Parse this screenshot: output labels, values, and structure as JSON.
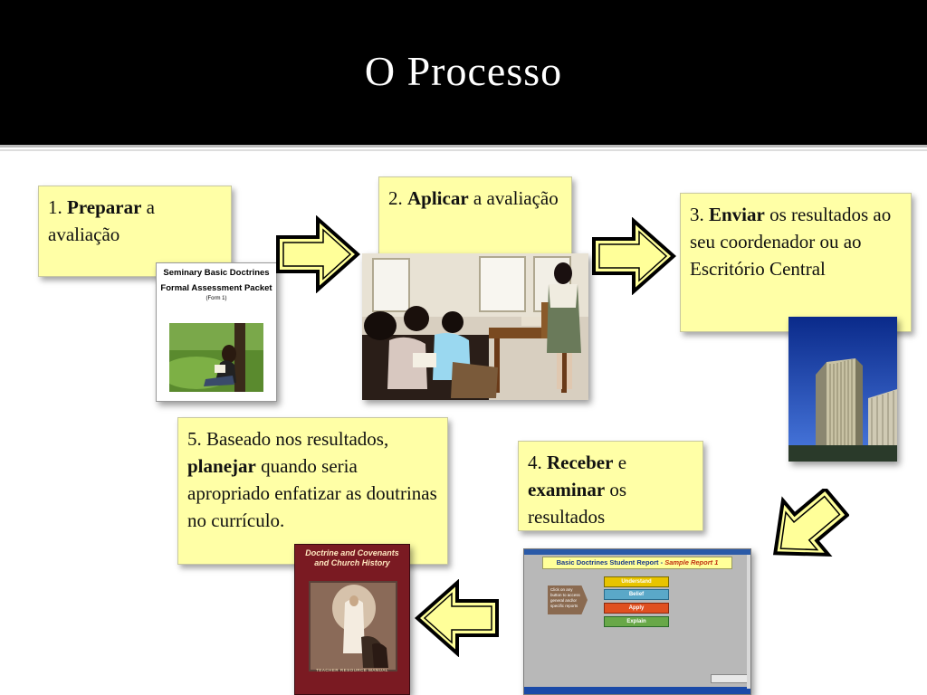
{
  "title": "O Processo",
  "steps": [
    {
      "num": "1.",
      "verb": "Preparar",
      "rest": " a avaliação"
    },
    {
      "num": "2.",
      "verb": "Aplicar",
      "rest": "  a avaliação"
    },
    {
      "num": "3.",
      "verb": "Enviar",
      "rest": " os resultados ao seu coordenador  ou ao Escritório Central"
    },
    {
      "num": "4.",
      "verb": "Receber",
      "rest": " e",
      "verb2": "examinar",
      "rest2": " os resultados"
    },
    {
      "pre": "5. Baseado nos resultados, ",
      "verb": "planejar",
      "rest": " quando seria apropriado enfatizar as doutrinas no currículo."
    }
  ],
  "packet": {
    "line1": "Seminary Basic Doctrines",
    "line2": "Formal Assessment Packet",
    "line3": "(Form 1)"
  },
  "report": {
    "title": "Basic Doctrines Student Report",
    "subtitle": "Sample Report 1",
    "callout": "Click on any button to access general and/or specific reports",
    "buttons": [
      {
        "label": "Understand",
        "color": "#e8c400"
      },
      {
        "label": "Belief",
        "color": "#5aa8c8"
      },
      {
        "label": "Apply",
        "color": "#e05020"
      },
      {
        "label": "Explain",
        "color": "#68a848"
      }
    ]
  },
  "book": {
    "title1": "Doctrine and Covenants",
    "title2": "and Church History",
    "footer": "TEACHER RESOURCE MANUAL"
  },
  "colors": {
    "step_fill": "#ffffa6",
    "arrow_fill": "#ffff99",
    "header": "#000000"
  }
}
